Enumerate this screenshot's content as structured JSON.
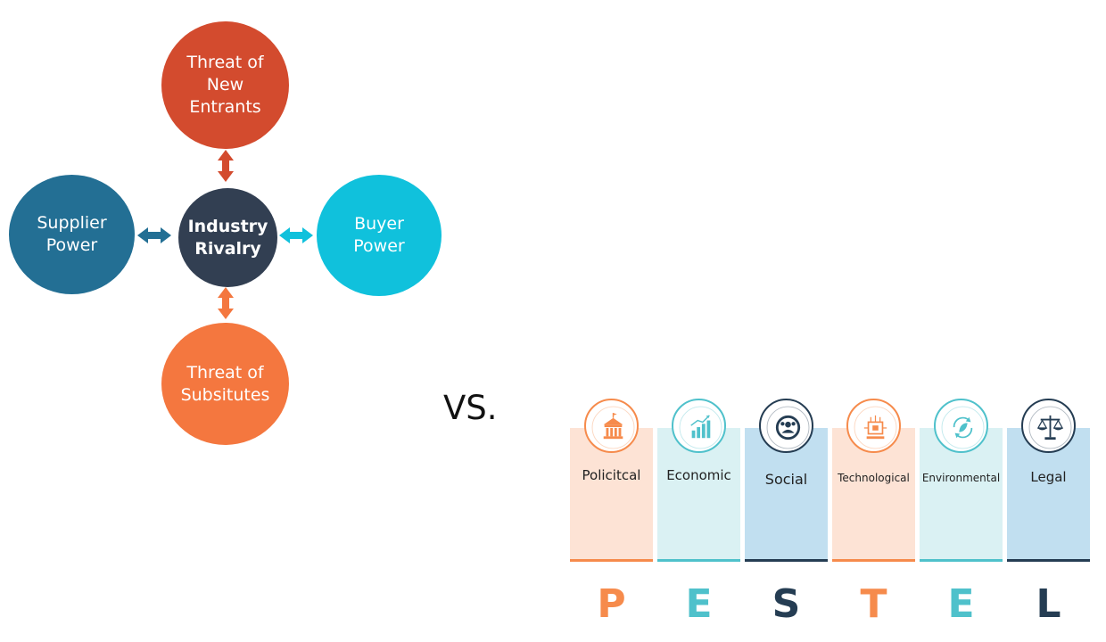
{
  "porter": {
    "top": "Threat of\nNew\nEntrants",
    "left": "Supplier\nPower",
    "center": "Industry\nRivalry",
    "right": "Buyer\nPower",
    "bottom": "Threat of\nSubsitutes"
  },
  "colors": {
    "top": "#d34b2e",
    "left": "#236f94",
    "center": "#323f52",
    "right": "#10c1dc",
    "bottom": "#f4773f"
  },
  "vs": "VS.",
  "pestel": [
    {
      "letter": "P",
      "label": "Policitcal",
      "icon": "government-building-icon",
      "color": "#f68b4c",
      "bg": "#fde3d5"
    },
    {
      "letter": "E",
      "label": "Economic",
      "icon": "growth-chart-icon",
      "color": "#4fc1cb",
      "bg": "#daf1f3"
    },
    {
      "letter": "S",
      "label": "Social",
      "icon": "people-group-icon",
      "color": "#253d53",
      "bg": "#c1dff0"
    },
    {
      "letter": "T",
      "label": "Technological",
      "icon": "circuit-chip-icon",
      "color": "#f68b4c",
      "bg": "#fde3d5"
    },
    {
      "letter": "E",
      "label": "Environmental",
      "icon": "recycle-leaf-icon",
      "color": "#4fc1cb",
      "bg": "#daf1f3"
    },
    {
      "letter": "L",
      "label": "Legal",
      "icon": "scales-icon",
      "color": "#253d53",
      "bg": "#c1dff0"
    }
  ]
}
